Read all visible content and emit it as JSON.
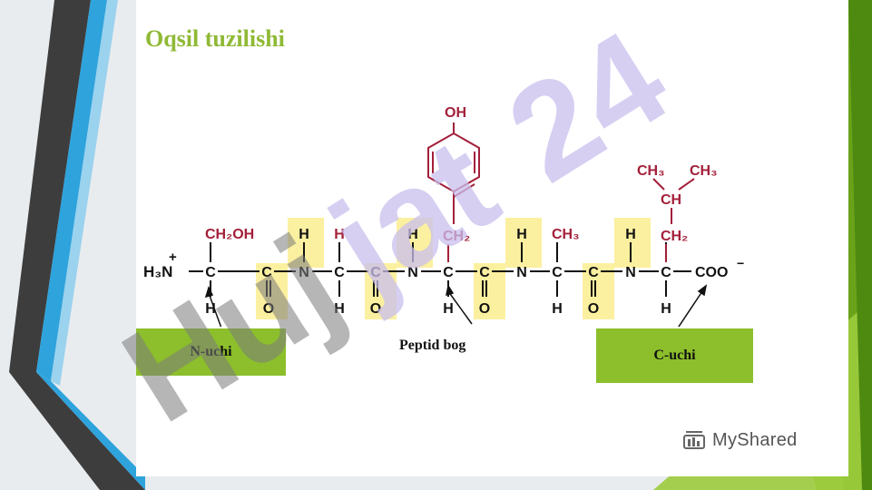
{
  "slide": {
    "title": "Oqsil tuzilishi",
    "n_terminal_label": "N-uchi",
    "c_terminal_label": "C-uchi",
    "peptide_bond_label": "Peptid bog",
    "brand": "MyShared",
    "watermark_text": "Hujjat 24"
  },
  "structure": {
    "n_term": "H₃N",
    "n_charge": "+",
    "c_term": "COO",
    "c_charge": "−",
    "side_ch2oh": "CH₂OH",
    "side_oh": "OH",
    "side_ch2_tyr": "CH₂",
    "side_ch3_ala": "CH₃",
    "side_ch2_leu": "CH₂",
    "side_ch_leu": "CH",
    "side_ch3_a": "CH₃",
    "side_ch3_b": "CH₃"
  },
  "colors": {
    "accent_green": "#8cbf2b",
    "title_green": "#8fb935",
    "side_chain_red": "#a3203a",
    "highlight_yellow": "#fbf0a0",
    "watermark_purple": "#c9bfee"
  }
}
